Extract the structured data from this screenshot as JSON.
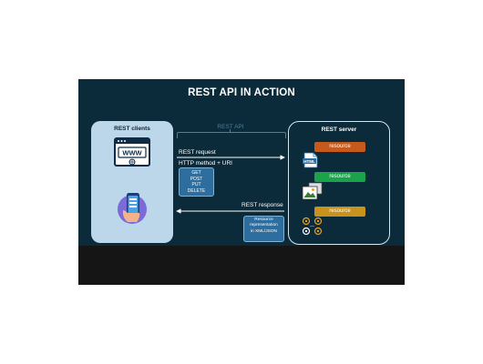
{
  "slide": {
    "title": "REST API IN ACTION",
    "api_label": "REST API"
  },
  "clients": {
    "title": "REST clients",
    "browser_text": "WWW"
  },
  "server": {
    "title": "REST server",
    "resources": [
      "resource",
      "resource",
      "resource"
    ],
    "file_icon_text": "HTML"
  },
  "request": {
    "label": "REST request",
    "method_label": "HTTP method + URI",
    "methods": [
      "GET",
      "POST",
      "PUT",
      "DELETE"
    ]
  },
  "response": {
    "label": "REST response",
    "representation_lines": [
      "Resource",
      "representation",
      "in XML/JSON"
    ]
  },
  "colors": {
    "slide_bg": "#0b2a3a",
    "clients_box": "#bcd7ea",
    "resource_1": "#c55a1c",
    "resource_2": "#1aa34a",
    "resource_3": "#c8921e",
    "method_box": "#2e6e9e"
  }
}
